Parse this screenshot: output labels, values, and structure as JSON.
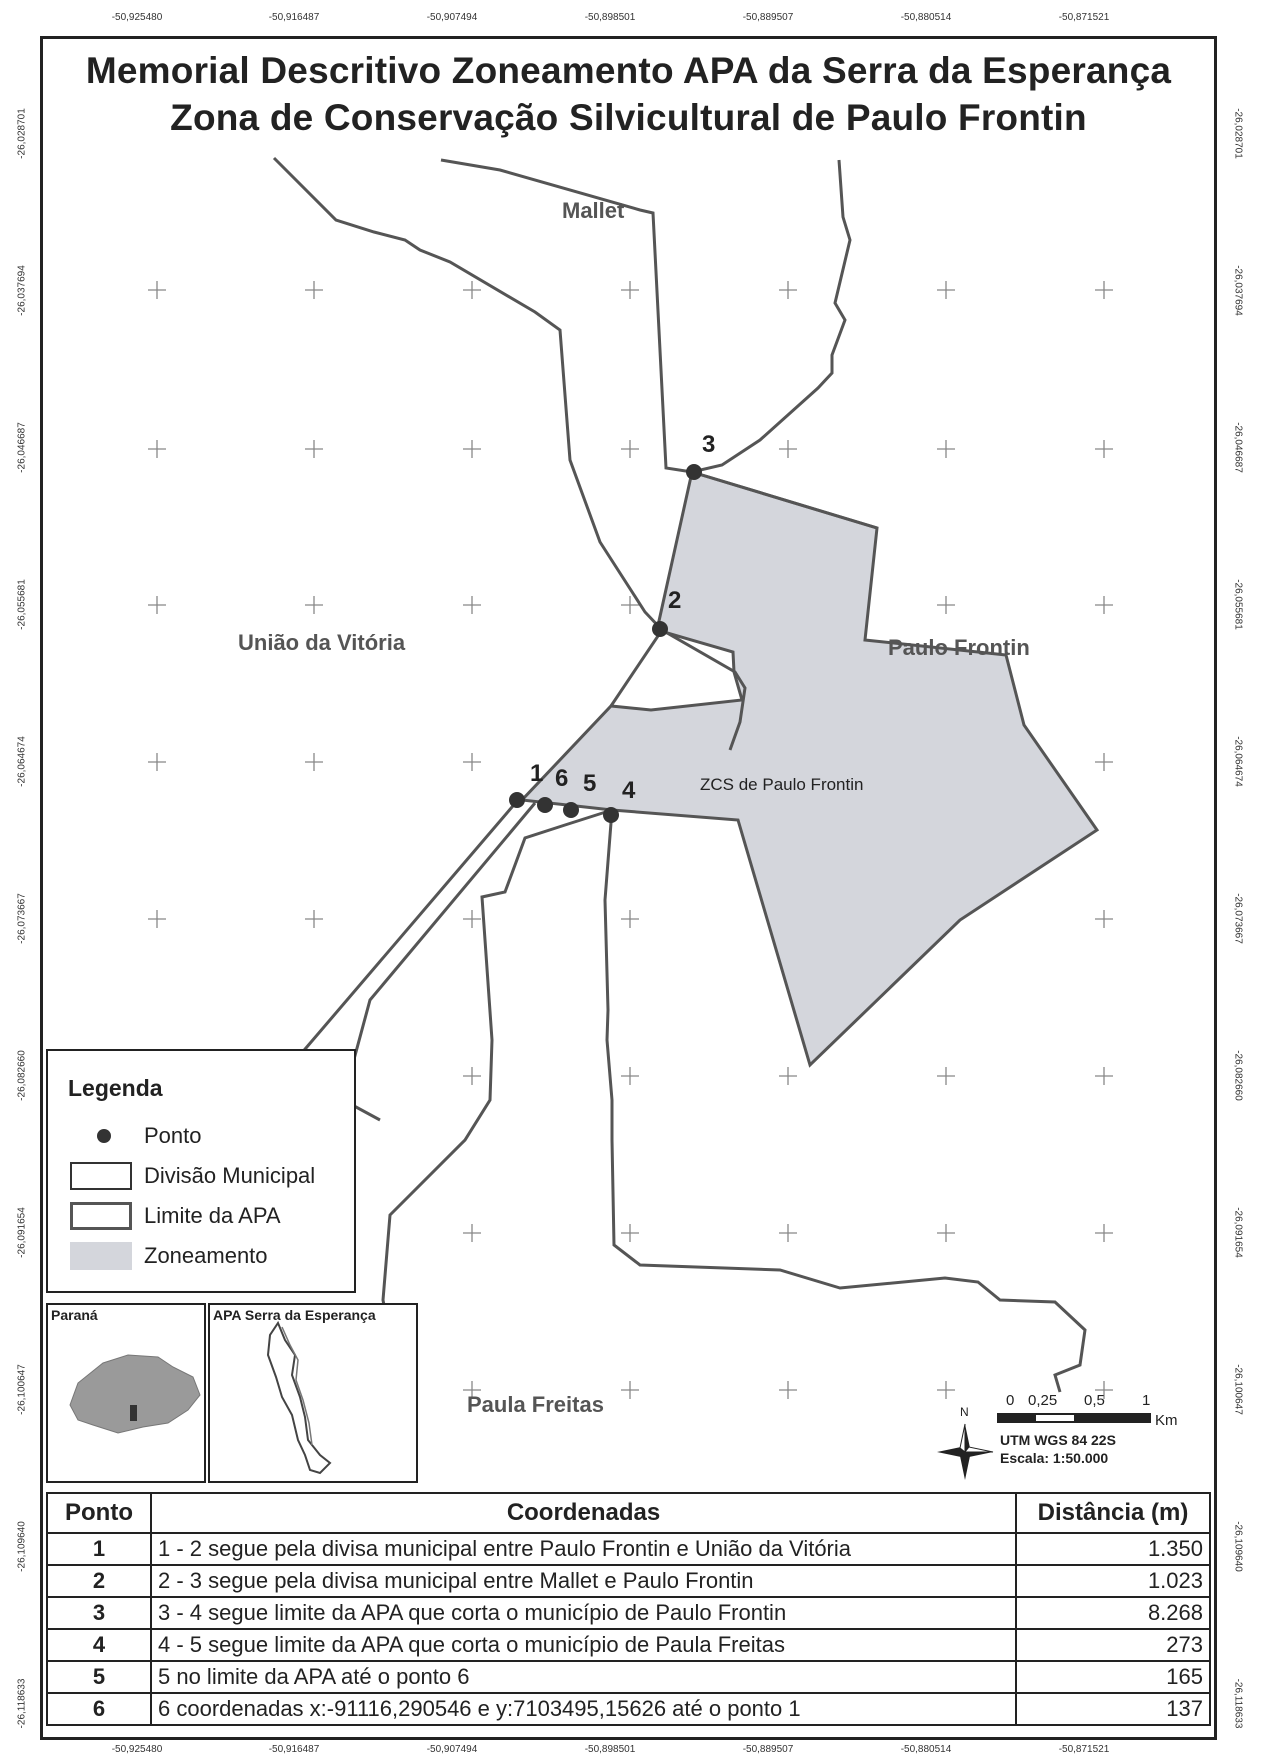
{
  "title": {
    "line1": "Memorial Descritivo Zoneamento APA da Serra da Esperança",
    "line2": "Zona de Conservação Silvicultural de Paulo Frontin"
  },
  "longitudes": [
    "-50,925480",
    "-50,916487",
    "-50,907494",
    "-50,898501",
    "-50,889507",
    "-50,880514",
    "-50,871521"
  ],
  "latitudes": [
    "-26,028701",
    "-26,037694",
    "-26,046687",
    "-26,055681",
    "-26,064674",
    "-26,073667",
    "-26,082660",
    "-26,091654",
    "-26,100647",
    "-26,109640",
    "-26,118633"
  ],
  "places": {
    "mallet": "Mallet",
    "uniao": "União da Vitória",
    "paulo_frontin": "Paulo Frontin",
    "paula_freitas": "Paula Freitas",
    "zcs": "ZCS de Paulo Frontin"
  },
  "points": [
    "1",
    "2",
    "3",
    "4",
    "5",
    "6"
  ],
  "legend": {
    "title": "Legenda",
    "items": [
      "Ponto",
      "Divisão Municipal",
      "Limite da APA",
      "Zoneamento"
    ]
  },
  "insets": {
    "parana": "Paraná",
    "apa": "APA Serra da Esperança"
  },
  "scale": {
    "ticks": [
      "0",
      "0,25",
      "0,5",
      "1"
    ],
    "unit": "Km",
    "north": "N",
    "projection": "UTM WGS 84 22S",
    "ratio": "Escala: 1:50.000"
  },
  "table": {
    "headers": [
      "Ponto",
      "Coordenadas",
      "Distância (m)"
    ],
    "rows": [
      {
        "ponto": "1",
        "coordenadas": "1 - 2 segue pela divisa municipal entre Paulo Frontin e União da Vitória",
        "distancia": "1.350"
      },
      {
        "ponto": "2",
        "coordenadas": "2 - 3 segue pela divisa municipal entre Mallet e Paulo Frontin",
        "distancia": "1.023"
      },
      {
        "ponto": "3",
        "coordenadas": "3 - 4 segue limite da APA que corta o município de Paulo Frontin",
        "distancia": "8.268"
      },
      {
        "ponto": "4",
        "coordenadas": "4 - 5 segue limite da APA que corta o município de Paula Freitas",
        "distancia": "273"
      },
      {
        "ponto": "5",
        "coordenadas": "5 no limite da APA até o ponto 6",
        "distancia": "165"
      },
      {
        "ponto": "6",
        "coordenadas": "6 coordenadas x:-91116,290546 e y:7103495,15626  até o ponto 1",
        "distancia": "137"
      }
    ]
  },
  "colors": {
    "zone_fill": "#d4d6dc",
    "line": "#555555",
    "frame": "#222222"
  }
}
